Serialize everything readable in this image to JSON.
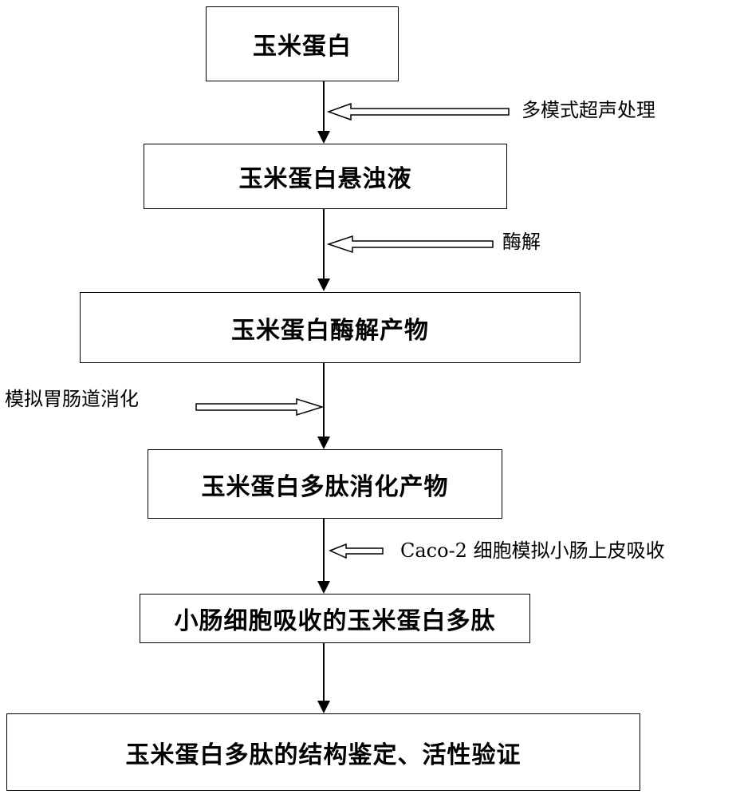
{
  "flow": {
    "steps": [
      "玉米蛋白",
      "玉米蛋白悬浊液",
      "玉米蛋白酶解产物",
      "玉米蛋白多肽消化产物",
      "小肠细胞吸收的玉米蛋白多肽",
      "玉米蛋白多肽的结构鉴定、活性验证"
    ],
    "treatments": [
      "多模式超声处理",
      "酶解",
      "模拟胃肠道消化",
      "Caco-2 细胞模拟小肠上皮吸收"
    ]
  },
  "colors": {
    "line": "#000000",
    "background": "#ffffff"
  }
}
